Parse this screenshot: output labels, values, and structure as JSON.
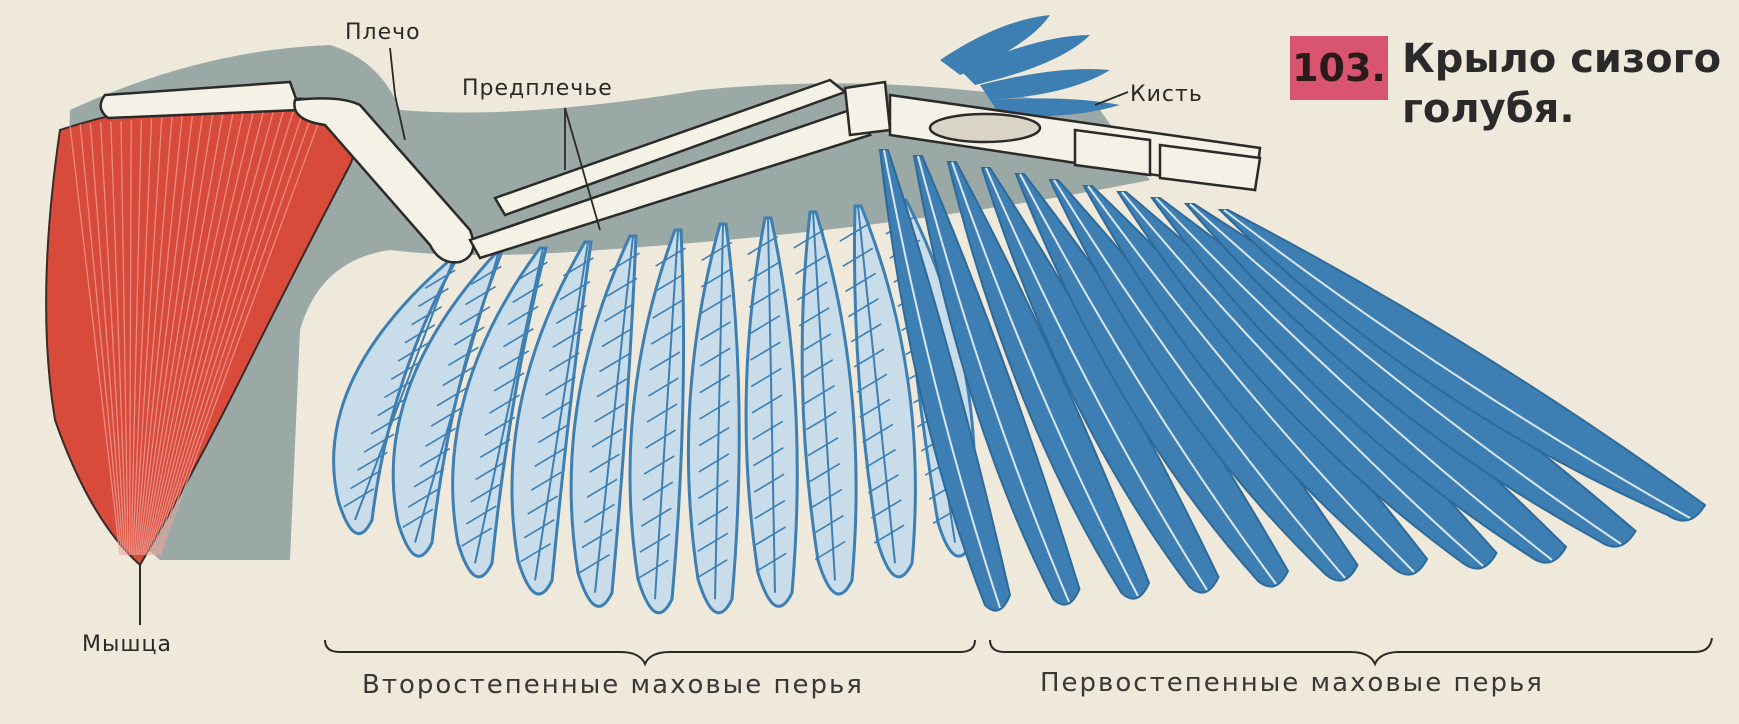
{
  "figure": {
    "number": "103.",
    "title_line1": "Крыло сизого",
    "title_line2": "голубя."
  },
  "labels": {
    "shoulder": "Плечо",
    "forearm": "Предплечье",
    "hand": "Кисть",
    "muscle": "Мышца",
    "secondary_feathers": "Второстепенные маховые перья",
    "primary_feathers": "Первостепенные маховые перья"
  },
  "colors": {
    "background": "#efe9dc",
    "muscle": "#d84a3a",
    "feathers": "#3d7fb3",
    "secondary_feather_fill": "#c8dcea",
    "skin": "#9aa8a6",
    "bone": "#f4f1e6",
    "figure_number_bg": "#d9546e"
  }
}
